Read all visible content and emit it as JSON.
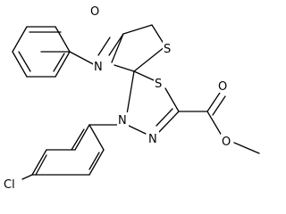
{
  "molecule": {
    "atoms": [
      {
        "id": "O1",
        "symbol": "O"
      },
      {
        "id": "S1",
        "symbol": "S"
      },
      {
        "id": "N1",
        "symbol": "N"
      },
      {
        "id": "S2",
        "symbol": "S"
      },
      {
        "id": "N2",
        "symbol": "N"
      },
      {
        "id": "N3",
        "symbol": "N"
      },
      {
        "id": "O2",
        "symbol": "O"
      },
      {
        "id": "O3",
        "symbol": "O"
      },
      {
        "id": "Cl",
        "symbol": "Cl"
      }
    ],
    "colors": {
      "bond": "#000000",
      "label": "#000000",
      "background": "#ffffff"
    }
  }
}
